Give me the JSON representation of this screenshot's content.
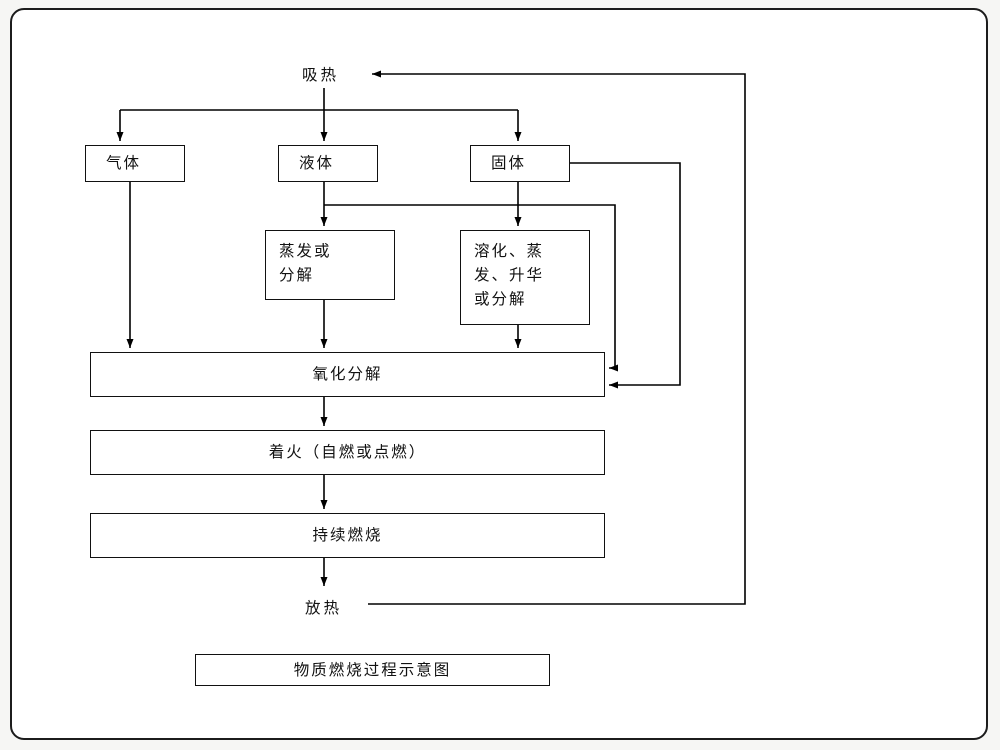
{
  "diagram": {
    "top_label": "吸热",
    "bottom_label": "放热",
    "nodes": {
      "gas": "气体",
      "liquid": "液体",
      "solid": "固体",
      "evaporate": "蒸发或\n分解",
      "melt": "溶化、蒸\n发、升华\n或分解",
      "oxidize": "氧化分解",
      "ignite": "着火（自燃或点燃）",
      "sustain": "持续燃烧"
    },
    "caption": "物质燃烧过程示意图",
    "colors": {
      "line": "#000000",
      "box_border": "#111111",
      "background": "#ffffff"
    }
  }
}
